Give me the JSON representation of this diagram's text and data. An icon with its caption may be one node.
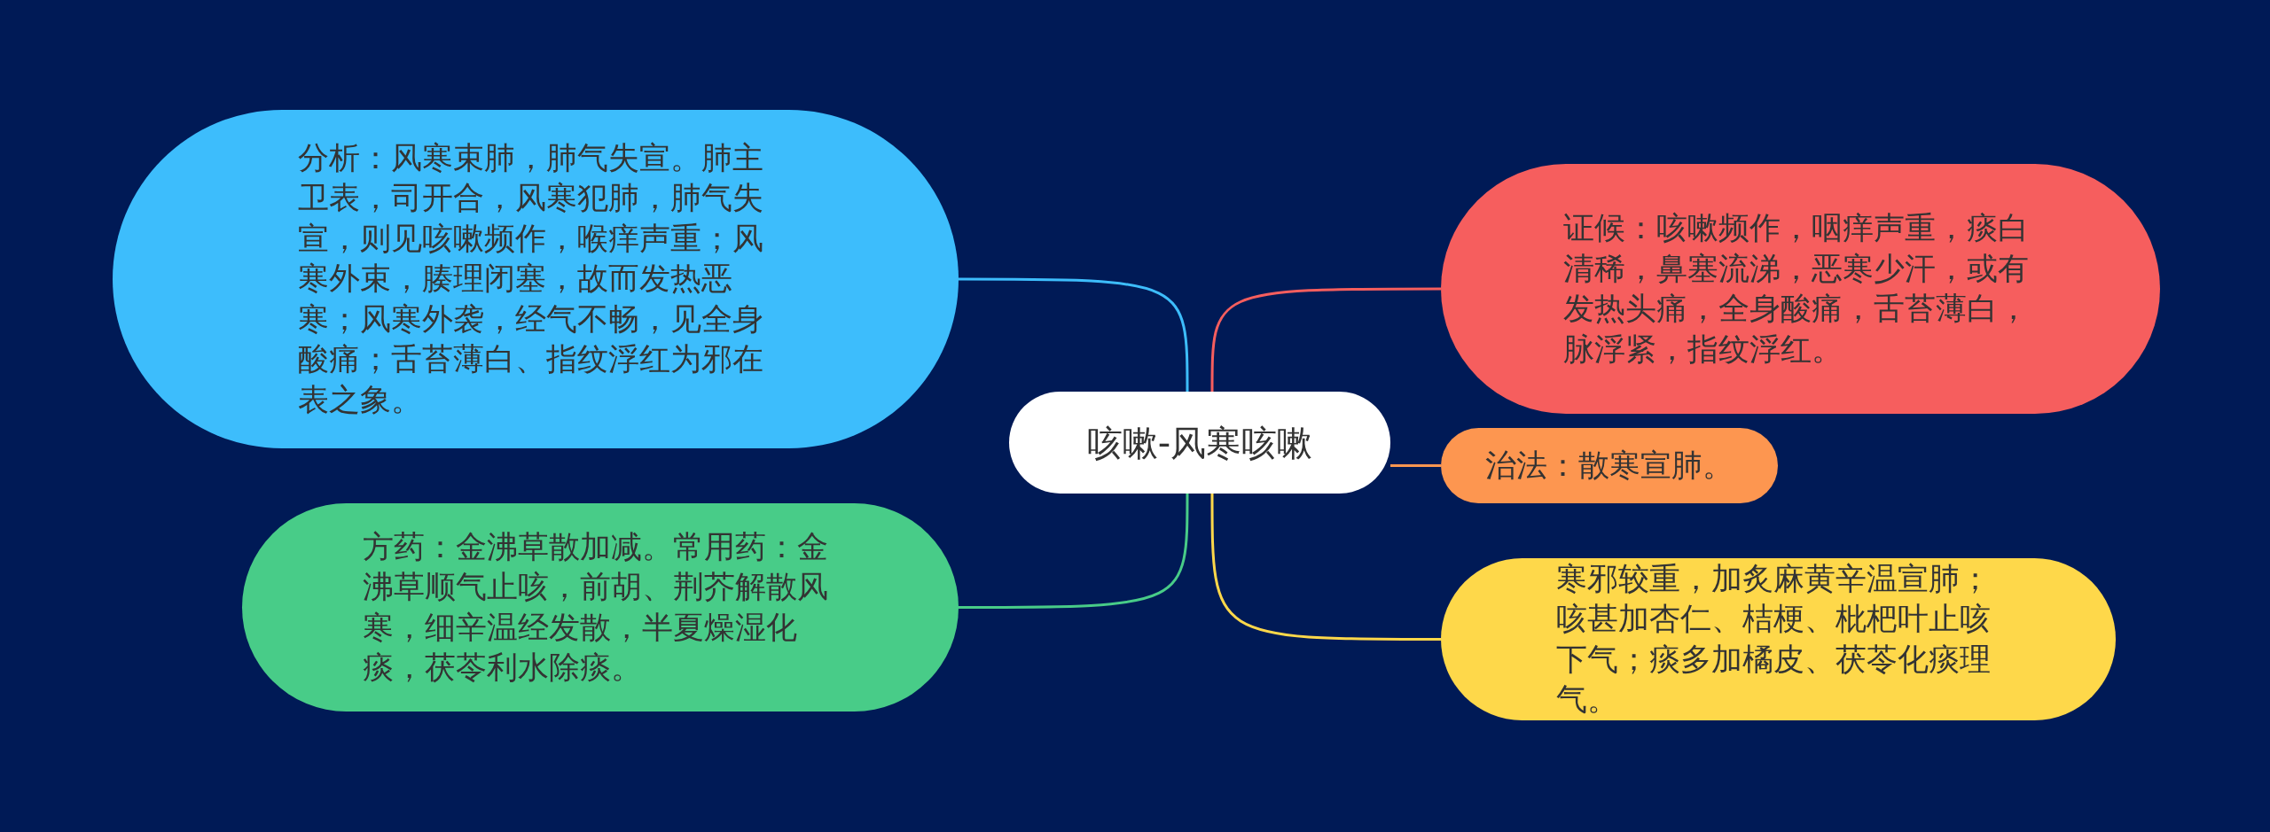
{
  "diagram": {
    "nodes": [
      {
        "text": [
          "咳嗽-风寒咳嗽"
        ]
      },
      {
        "text": [
          "分析：风寒束肺，肺气失宣。肺主卫表，司开合，风寒犯肺，肺气失宣，则见咳嗽频作，喉痒声重；风寒外束，腠理闭塞，故而发热恶寒；风寒外袭，经气不畅，见全身酸痛；舌苔薄白、指纹浮红为邪在表之象。"
        ]
      },
      {
        "text": [
          "证候：咳嗽频作，咽痒声重，痰白清稀，鼻塞流涕，恶寒少汗，或有发热头痛，全身酸痛，舌苔薄白，脉浮紧，指纹浮红。"
        ]
      },
      {
        "text": [
          "治法：散寒宣肺。"
        ]
      },
      {
        "text": [
          "方药：金沸草散加减。常用药：金沸草顺气止咳，前胡、荆芥解散风寒，细辛温经发散，半夏燥湿化痰，茯苓利水除痰。"
        ]
      },
      {
        "text": [
          "寒邪较重，加炙麻黄辛温宣肺；咳甚加杏仁、桔梗、枇杷叶止咳下气；痰多加橘皮、茯苓化痰理气。"
        ]
      }
    ],
    "edges": [
      {
        "from": 0,
        "to": 1,
        "arrow": "none",
        "color": "#3dbdfc"
      },
      {
        "from": 0,
        "to": 2,
        "arrow": "none",
        "color": "#f65e5e"
      },
      {
        "from": 0,
        "to": 3,
        "arrow": "none",
        "color": "#fd9650"
      },
      {
        "from": 0,
        "to": 4,
        "arrow": "none",
        "color": "#48cc88"
      },
      {
        "from": 0,
        "to": 5,
        "arrow": "none",
        "color": "#fed84a"
      }
    ]
  }
}
